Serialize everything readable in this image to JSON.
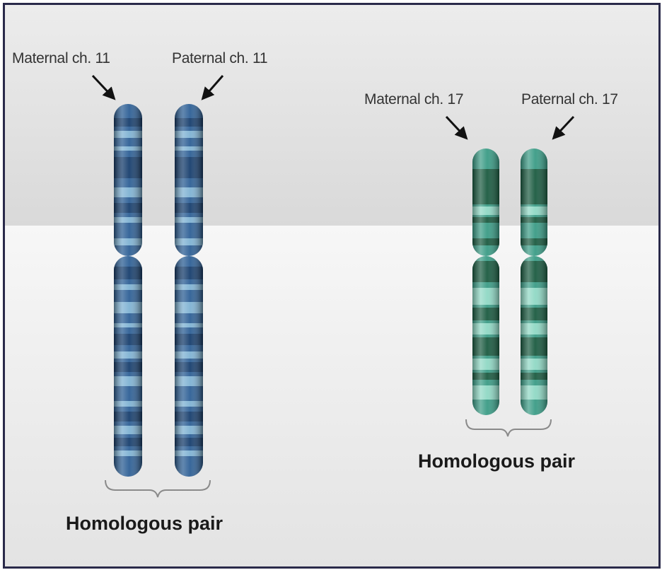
{
  "labels": {
    "maternal_11": "Maternal ch. 11",
    "paternal_11": "Paternal ch. 11",
    "maternal_17": "Maternal ch. 17",
    "paternal_17": "Paternal ch. 17",
    "pair_left": "Homologous pair",
    "pair_right": "Homologous pair"
  },
  "colors": {
    "chr11_base": "#2d5f95",
    "chr11_dark": "#173e6d",
    "chr11_light": "#7fb2d3",
    "chr17_base": "#3a9b85",
    "chr17_dark": "#1a5a40",
    "chr17_light": "#8fd8c4",
    "arrow": "#111111",
    "brace": "#8a8a8a"
  }
}
